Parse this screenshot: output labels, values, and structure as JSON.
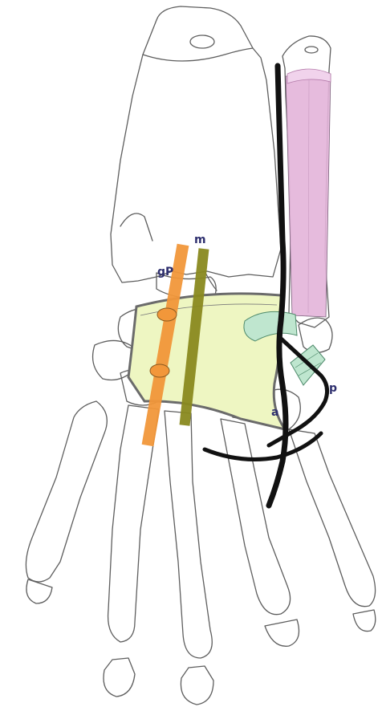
{
  "diagram": {
    "labels": {
      "gp": "gP",
      "m": "m",
      "a": "a",
      "p": "p"
    },
    "colors": {
      "bone_outline": "#5e5e5e",
      "capsule_fill": "#eef6c2",
      "tendon_fill": "#e3b4d9",
      "ligament_fill": "#bfe6cf",
      "rod_orange": "#f2973a",
      "rod_olive": "#8a8a1f",
      "wire_black": "#111111",
      "label_color": "#2e2f6e"
    }
  }
}
